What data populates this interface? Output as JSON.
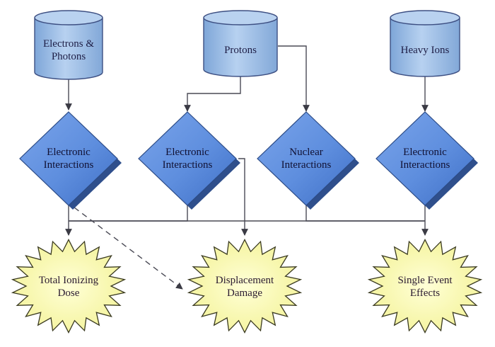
{
  "sources": [
    {
      "id": "electrons",
      "lines": [
        "Electrons &",
        "Photons"
      ],
      "icon": "cylinder-icon"
    },
    {
      "id": "protons",
      "lines": [
        "Protons"
      ],
      "icon": "cylinder-icon"
    },
    {
      "id": "heavy_ions",
      "lines": [
        "Heavy Ions"
      ],
      "icon": "cylinder-icon"
    }
  ],
  "interactions": [
    {
      "id": "electronic_1",
      "lines": [
        "Electronic",
        "Interactions"
      ],
      "icon": "diamond-icon"
    },
    {
      "id": "electronic_2",
      "lines": [
        "Electronic",
        "Interactions"
      ],
      "icon": "diamond-icon"
    },
    {
      "id": "nuclear",
      "lines": [
        "Nuclear",
        "Interactions"
      ],
      "icon": "diamond-icon"
    },
    {
      "id": "electronic_3",
      "lines": [
        "Electronic",
        "Interactions"
      ],
      "icon": "diamond-icon"
    }
  ],
  "effects": [
    {
      "id": "tid",
      "lines": [
        "Total Ionizing",
        "Dose"
      ],
      "icon": "starburst-icon"
    },
    {
      "id": "dd",
      "lines": [
        "Displacement",
        "Damage"
      ],
      "icon": "starburst-icon"
    },
    {
      "id": "see",
      "lines": [
        "Single Event",
        "Effects"
      ],
      "icon": "starburst-icon"
    }
  ],
  "colors": {
    "source_fill": "#9dbfe6",
    "diamond_fill": "#5f8fdc",
    "starburst_fill": "#fbfbb4",
    "line": "#4a4a55"
  }
}
